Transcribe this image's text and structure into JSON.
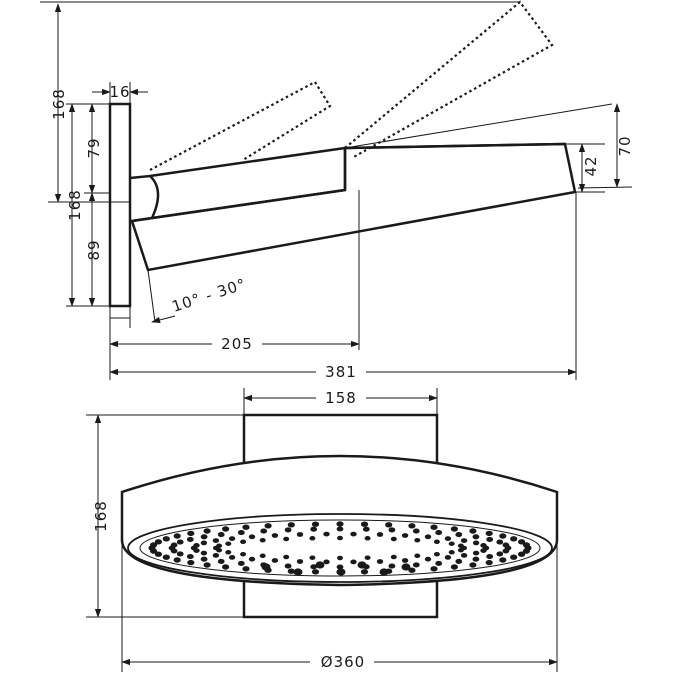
{
  "drawing": {
    "side_view": {
      "dim_total_height": "168",
      "dim_wall_plate_thickness": "16",
      "dim_upper_height": "79",
      "dim_middle_height": "168",
      "dim_lower_height": "89",
      "dim_tilt_angle": "10° - 30°",
      "dim_arm_reach": "205",
      "dim_total_depth": "381",
      "dim_head_thickness": "42",
      "dim_head_total": "70"
    },
    "front_view": {
      "dim_plate_width": "158",
      "dim_head_height": "168",
      "dim_head_diameter": "Ø360"
    }
  }
}
